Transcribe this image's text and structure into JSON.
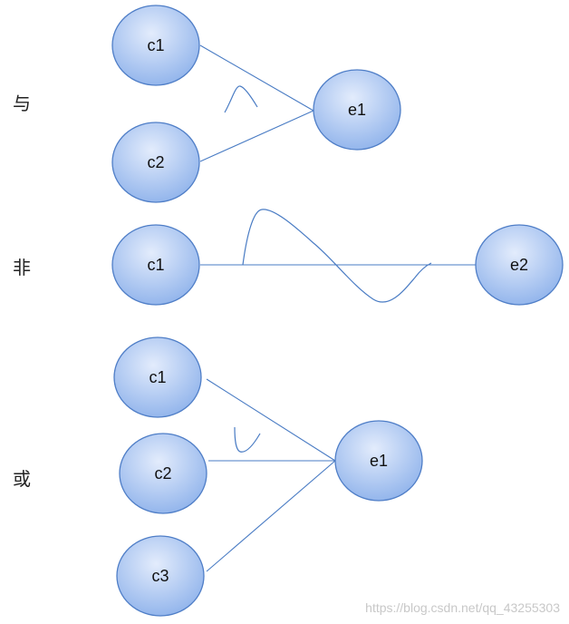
{
  "operators": {
    "and": "与",
    "not": "非",
    "or": "或"
  },
  "and_group": {
    "inputs": [
      "c1",
      "c2"
    ],
    "output": "e1"
  },
  "not_group": {
    "input": "c1",
    "output": "e2"
  },
  "or_group": {
    "inputs": [
      "c1",
      "c2",
      "c3"
    ],
    "output": "e1"
  },
  "watermark": "https://blog.csdn.net/qq_43255303",
  "colors": {
    "node_fill_light": "#dde8fb",
    "node_fill_dark": "#92b4ec",
    "node_stroke": "#4f7ec7",
    "edge": "#4a7cc4"
  }
}
